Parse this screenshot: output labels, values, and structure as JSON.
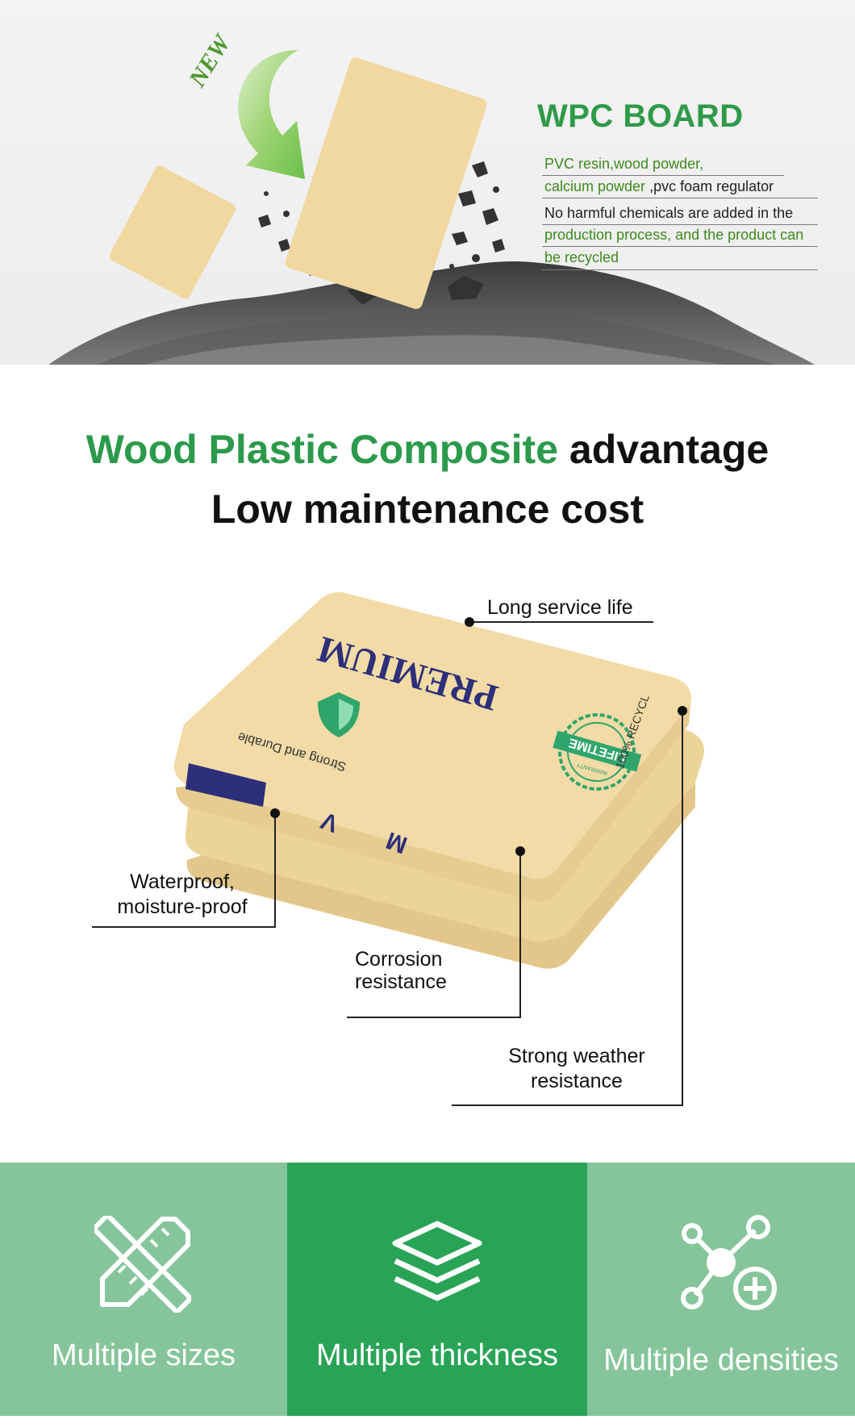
{
  "hero": {
    "badge": "NEW",
    "title": "WPC BOARD",
    "lines": [
      {
        "green": "PVC resin,wood powder,",
        "black": ""
      },
      {
        "green": "calcium powder",
        "black": " ,pvc foam regulator"
      },
      {
        "green": "",
        "black": "No harmful chemicals are added in the"
      },
      {
        "green": "production process, and the product can",
        "black": ""
      },
      {
        "green": "be recycled",
        "black": ""
      }
    ]
  },
  "headline": {
    "green": "Wood Plastic Composite",
    "black": " advantage",
    "line2": "Low maintenance cost"
  },
  "board": {
    "print_main": "PREMIUM",
    "print_shield": "Strong and Durable",
    "print_stamp": "LIFETIME",
    "print_stamp_small": "WARRANTY",
    "print_edge": "100% RECYCL"
  },
  "callouts": {
    "service": "Long service life",
    "waterproof_1": "Waterproof,",
    "waterproof_2": "moisture-proof",
    "corrosion_1": "Corrosion",
    "corrosion_2": "resistance",
    "weather_1": "Strong weather",
    "weather_2": "resistance"
  },
  "features": [
    {
      "label": "Multiple sizes",
      "icon": "ruler-pencil-icon",
      "color": "#86c59b"
    },
    {
      "label": "Multiple thickness",
      "icon": "layers-icon",
      "color": "#29a457"
    },
    {
      "label": "Multiple densities",
      "icon": "molecule-plus-icon",
      "color": "#86c59b"
    }
  ],
  "colors": {
    "brand_green": "#2b9a4b",
    "board": "#f0d8a0",
    "strip_light": "#86c59b",
    "strip_dark": "#29a457"
  }
}
